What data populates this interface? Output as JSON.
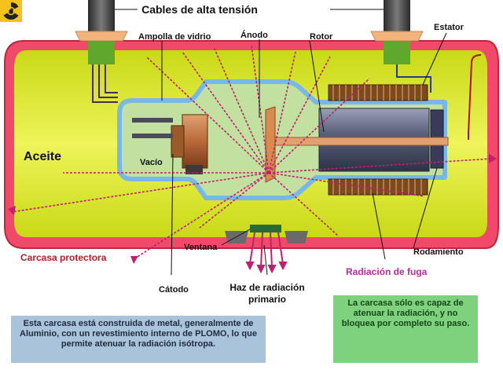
{
  "labels": {
    "cables": "Cables de alta tensión",
    "ampolla": "Ampolla de vidrio",
    "anodo": "Ánodo",
    "rotor": "Rotor",
    "estator": "Estator",
    "aceite": "Aceite",
    "vacio": "Vacío",
    "ventana": "Ventana",
    "carcasa": "Carcasa protectora",
    "catodo": "Cátodo",
    "haz_line1": "Haz de radiación",
    "haz_line2": "primario",
    "fuga": "Radiación de fuga",
    "rodamiento": "Rodamiento"
  },
  "info_left": "Esta carcasa está construida de metal, generalmente de Aluminio, con un revestimiento interno de PLOMO, lo que permite atenuar la radiación isótropa.",
  "info_right": "La carcasa sólo es capaz de atenuar la radiación, y no bloquea por completo su paso.",
  "colors": {
    "oil": "#e3ec2f",
    "housing": "#f0496a",
    "glass": "#77b8e8",
    "radiation": "#c0206e",
    "fuga_label": "#b52aa8",
    "carcasa_label": "#c01a22"
  },
  "icons": {
    "hazard": "radiation-hazard-icon"
  }
}
